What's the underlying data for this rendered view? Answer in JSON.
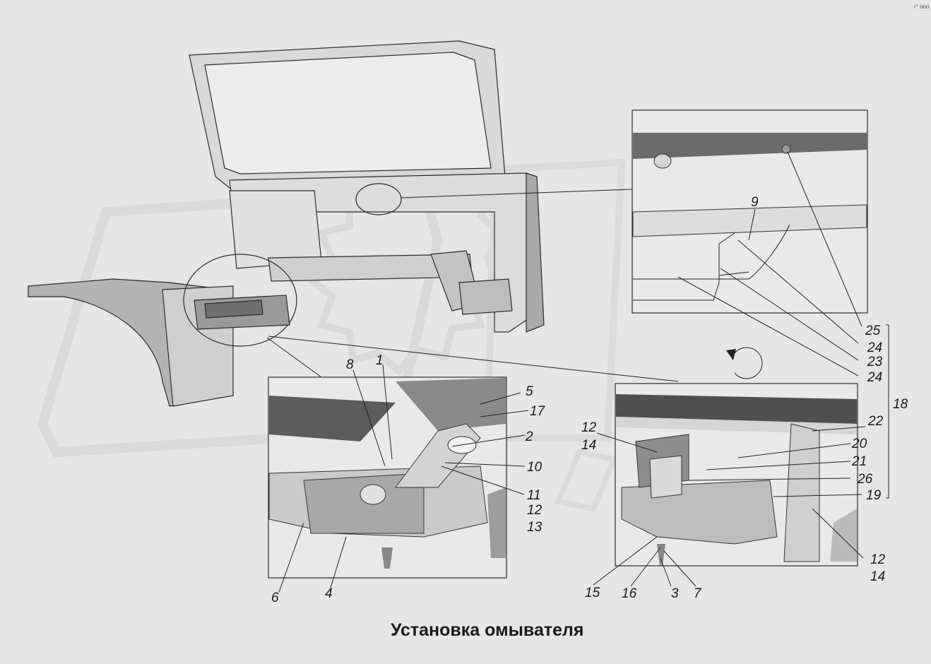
{
  "title": "Установка омывателя",
  "corner_mark": "r° ooo",
  "watermark": "OPEX",
  "callouts": {
    "c8": "8",
    "c1": "1",
    "c5": "5",
    "c17": "17",
    "c2": "2",
    "c10": "10",
    "c11": "11",
    "c12a": "12",
    "c13": "13",
    "c6": "6",
    "c4": "4",
    "c9": "9",
    "c25": "25",
    "c24a": "24",
    "c23": "23",
    "c24b": "24",
    "c18": "18",
    "c12b": "12",
    "c14a": "14",
    "c22": "22",
    "c20": "20",
    "c21": "21",
    "c26": "26",
    "c19": "19",
    "c12c": "12",
    "c14b": "14",
    "c15": "15",
    "c16": "16",
    "c3": "3",
    "c7": "7"
  }
}
